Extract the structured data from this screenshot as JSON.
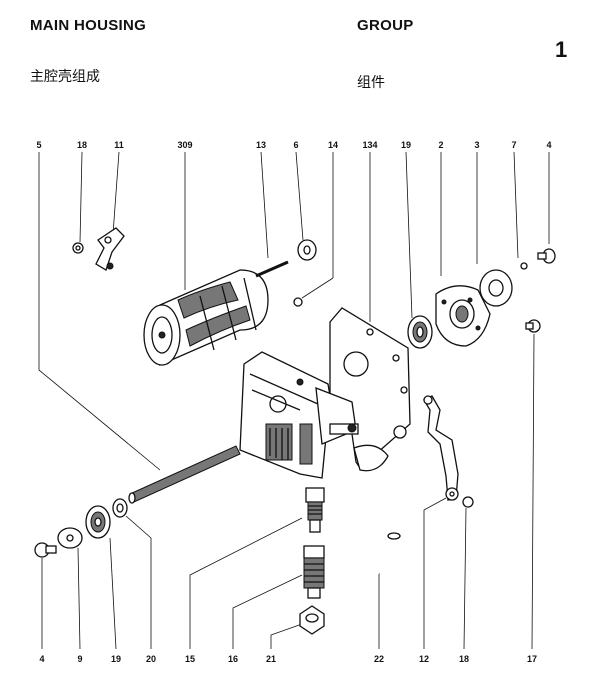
{
  "header": {
    "title_en": "MAIN HOUSING",
    "title_cn": "主腔壳组成",
    "group_en": "GROUP",
    "group_cn": "组件",
    "page_number": "1"
  },
  "callouts_top": [
    "5",
    "18",
    "11",
    "309",
    "13",
    "6",
    "14",
    "134",
    "19",
    "2",
    "3",
    "7",
    "4"
  ],
  "callouts_bottom": [
    "4",
    "9",
    "19",
    "20",
    "15",
    "16",
    "21",
    "22",
    "12",
    "18",
    "17"
  ]
}
